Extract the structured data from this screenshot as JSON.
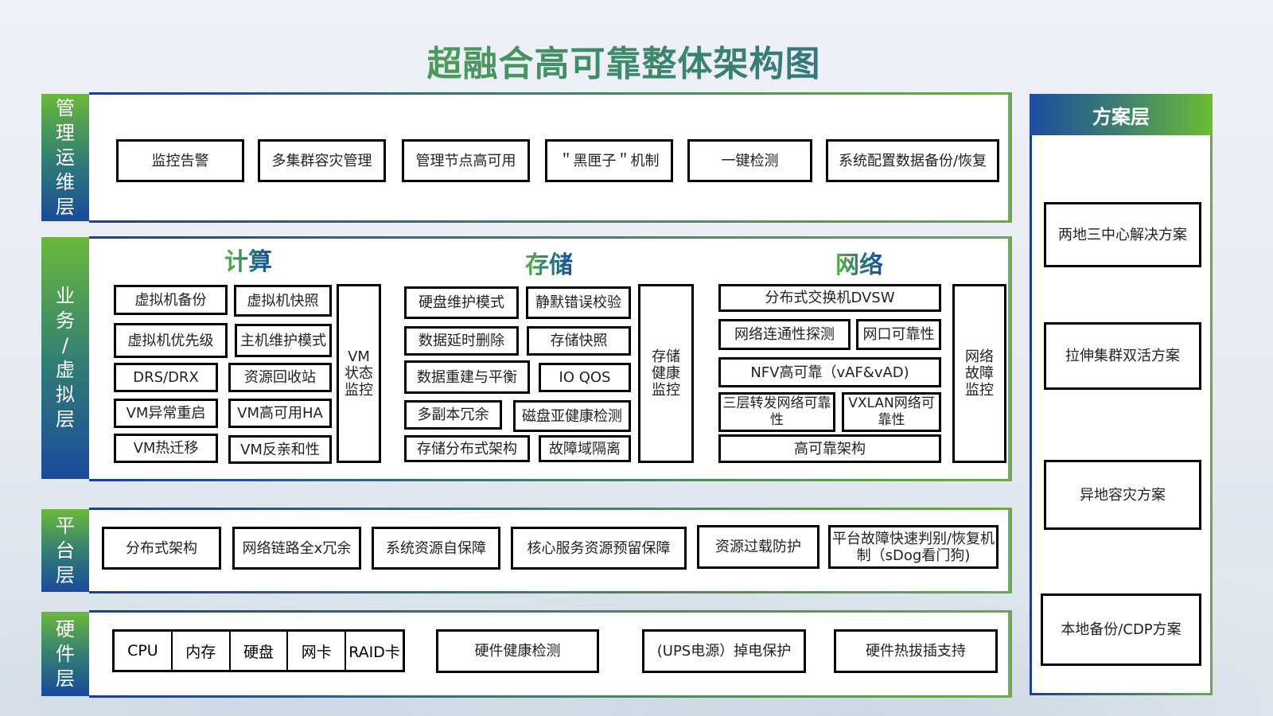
{
  "title": "超融合高可靠整体架构图",
  "layers": {
    "management": {
      "label": [
        "管",
        "理",
        "运",
        "维",
        "层"
      ],
      "items": [
        "监控告警",
        "多集群容灾管理",
        "管理节点高可用",
        "＂黑匣子＂机制",
        "一键检测",
        "系统配置数据备份/恢复"
      ]
    },
    "business": {
      "label": [
        "业",
        "务",
        "/",
        "虚",
        "拟",
        "层"
      ],
      "compute": {
        "title": "计算",
        "items": [
          "虚拟机备份",
          "虚拟机快照",
          "虚拟机优先级",
          "主机维护模式",
          "DRS/DRX",
          "资源回收站",
          "VM异常重启",
          "VM高可用HA",
          "VM热迁移",
          "VM反亲和性"
        ],
        "monitor": [
          "VM",
          "状态",
          "监控"
        ]
      },
      "storage": {
        "title": "存储",
        "items": [
          "硬盘维护模式",
          "静默错误校验",
          "数据延时删除",
          "存储快照",
          "数据重建与平衡",
          "IO QOS",
          "多副本冗余",
          "磁盘亚健康检测",
          "存储分布式架构",
          "故障域隔离"
        ],
        "monitor": [
          "存储",
          "健康",
          "监控"
        ]
      },
      "network": {
        "title": "网络",
        "items": [
          "分布式交换机DVSW",
          "网络连通性探测",
          "网口可靠性",
          "NFV高可靠（vAF&vAD)",
          "三层转发网络可靠性",
          "VXLAN网络可靠性",
          "高可靠架构"
        ],
        "monitor": [
          "网络",
          "故障",
          "监控"
        ]
      }
    },
    "platform": {
      "label": [
        "平",
        "台",
        "层"
      ],
      "items": [
        "分布式架构",
        "网络链路全x冗余",
        "系统资源自保障",
        "核心服务资源预留保障",
        "资源过载防护",
        "平台故障快速判别/恢复机制（sDog看门狗)"
      ]
    },
    "hardware": {
      "label": [
        "硬",
        "件",
        "层"
      ],
      "components": [
        "CPU",
        "内存",
        "硬盘",
        "网卡",
        "RAID卡"
      ],
      "items": [
        "硬件健康检测",
        "(UPS电源）掉电保护",
        "硬件热拔插支持"
      ]
    }
  },
  "solutions": {
    "title": "方案层",
    "items": [
      "两地三中心解决方案",
      "拉伸集群双活方案",
      "异地容灾方案",
      "本地备份/CDP方案"
    ]
  }
}
